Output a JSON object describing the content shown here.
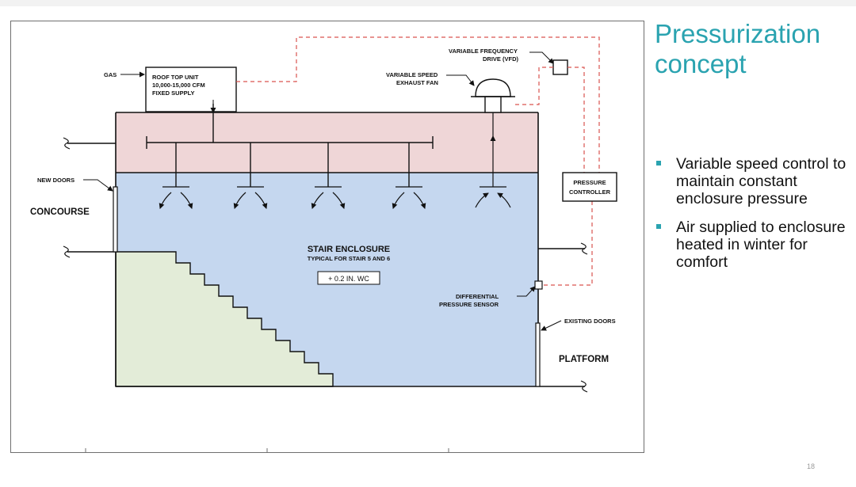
{
  "slide": {
    "title": "Pressurization concept",
    "bullets": [
      "Variable speed control to maintain constant enclosure pressure",
      "Air supplied to enclosure heated in winter for comfort"
    ],
    "page_number": "18",
    "accent_color": "#2aa3b0"
  },
  "diagram": {
    "labels": {
      "gas": "GAS",
      "rtu_line1": "ROOF TOP UNIT",
      "rtu_line2": "10,000-15,000 CFM",
      "rtu_line3": "FIXED SUPPLY",
      "vfd_line1": "VARIABLE FREQUENCY",
      "vfd_line2": "DRIVE (VFD)",
      "fan_line1": "VARIABLE SPEED",
      "fan_line2": "EXHAUST FAN",
      "new_doors": "NEW DOORS",
      "concourse": "CONCOURSE",
      "stair_title": "STAIR ENCLOSURE",
      "stair_sub": "TYPICAL FOR STAIR 5 AND 6",
      "pressure_value": "+ 0.2 IN. WC",
      "pc_line1": "PRESSURE",
      "pc_line2": "CONTROLLER",
      "dps_line1": "DIFFERENTIAL",
      "dps_line2": "PRESSURE SENSOR",
      "existing_doors": "EXISTING DOORS",
      "platform": "PLATFORM"
    },
    "colors": {
      "plenum": "#efd6d7",
      "enclosure": "#c5d7ef",
      "stairs": "#e3ecd8",
      "control_line": "#d9534f"
    }
  }
}
